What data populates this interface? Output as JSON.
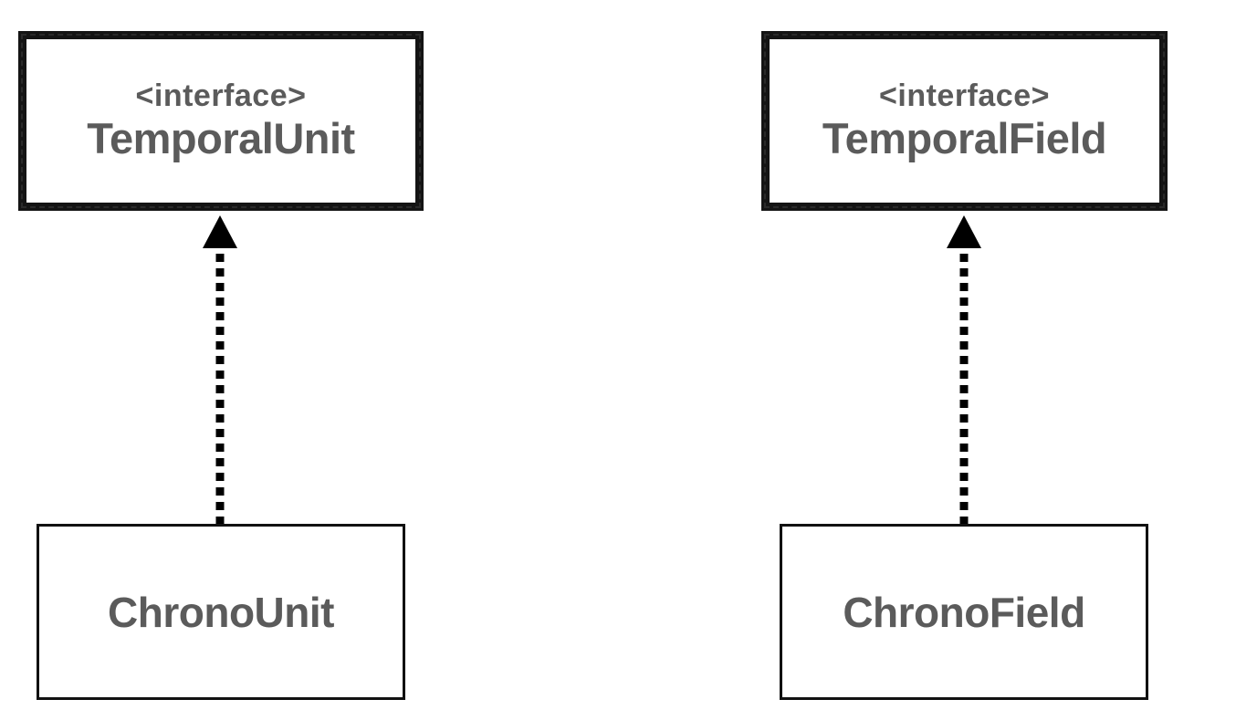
{
  "diagram": {
    "left": {
      "interface": {
        "stereotype": "<interface>",
        "name": "TemporalUnit"
      },
      "implementation": {
        "name": "ChronoUnit"
      }
    },
    "right": {
      "interface": {
        "stereotype": "<interface>",
        "name": "TemporalField"
      },
      "implementation": {
        "name": "ChronoField"
      }
    },
    "colors": {
      "text": "#5b5b5b",
      "border": "#141414",
      "arrow": "#000000",
      "background": "#ffffff"
    }
  }
}
